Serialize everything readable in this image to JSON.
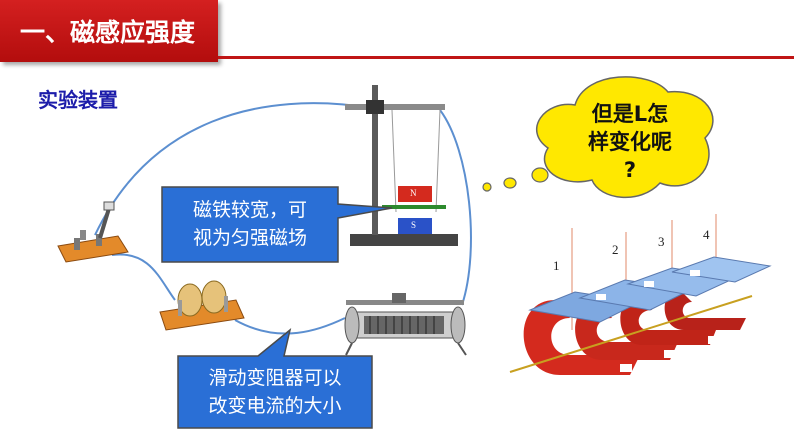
{
  "header": {
    "title": "一、磁感应强度"
  },
  "section": {
    "label": "实验装置"
  },
  "callouts": {
    "magnet_note": {
      "line1": "磁铁较宽，可",
      "line2": "视为匀强磁场"
    },
    "rheostat_note": {
      "line1": "滑动变阻器可以",
      "line2": "改变电流的大小"
    }
  },
  "thought": {
    "line1": "但是L怎",
    "line2": "样变化呢",
    "line3": "?"
  },
  "magnet_labels": {
    "north": "N",
    "south": "S"
  },
  "magnet_array_labels": [
    "1",
    "2",
    "3",
    "4"
  ],
  "colors": {
    "title_red": "#c01515",
    "callout_blue": "#2a6fd6",
    "thought_yellow": "#ffe800",
    "wire_blue": "#5c8fd0",
    "magnet_red": "#d42a1e",
    "magnet_blue": "#7ea8e0"
  }
}
